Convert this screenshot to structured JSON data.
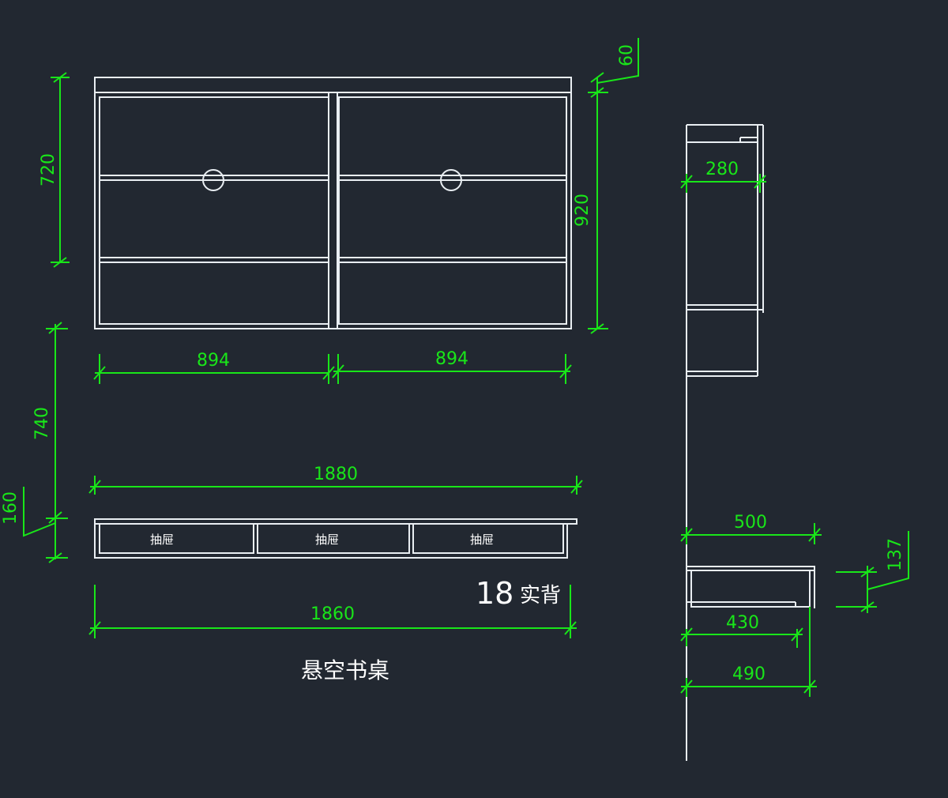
{
  "dimensions": {
    "d720": "720",
    "d60": "60",
    "d920": "920",
    "d894_left": "894",
    "d894_right": "894",
    "d740": "740",
    "d160": "160",
    "d1880": "1880",
    "d1860": "1860",
    "d280": "280",
    "d500": "500",
    "d137": "137",
    "d430": "430",
    "d490": "490"
  },
  "labels": {
    "drawer_1": "抽屉",
    "drawer_2": "抽屉",
    "drawer_3": "抽屉",
    "thickness_num": "18",
    "thickness_text": "实背",
    "title": "悬空书桌"
  },
  "colors": {
    "background": "#222831",
    "outline": "#e9eef2",
    "dimension": "#19e619"
  }
}
